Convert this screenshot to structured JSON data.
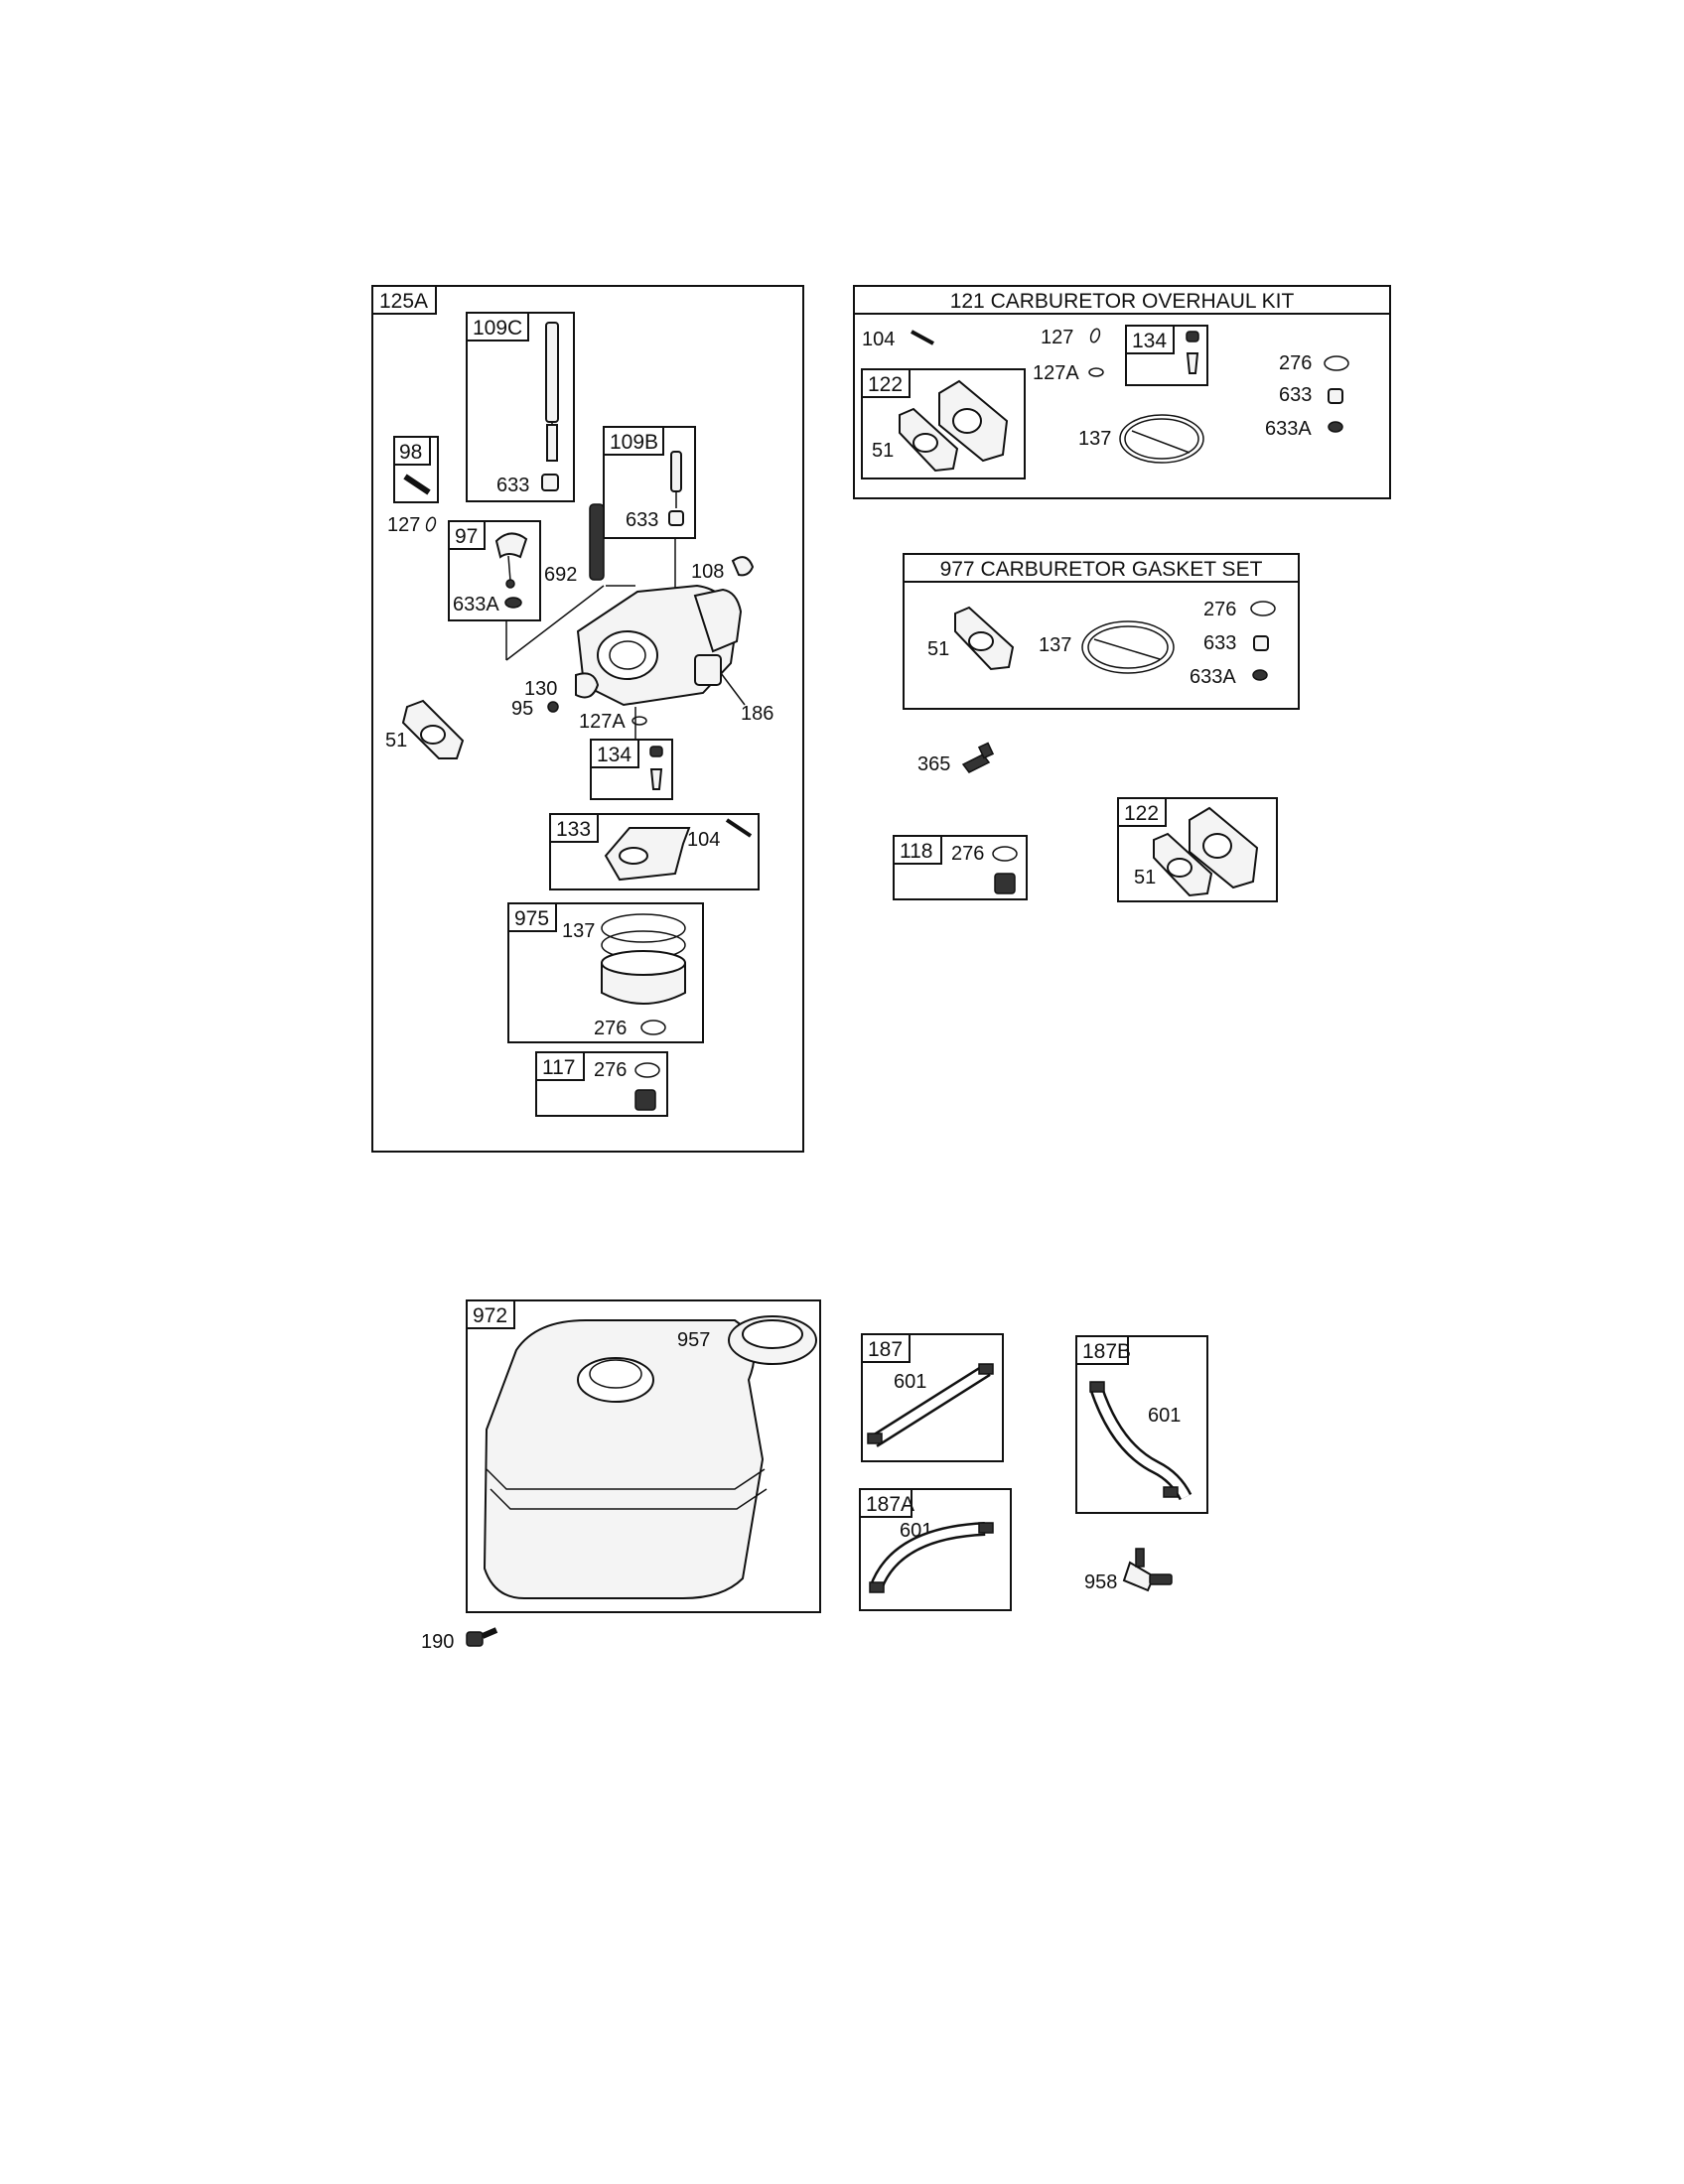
{
  "kit_125a": {
    "id": "125A",
    "bowl_kit": {
      "id": "975",
      "part_ring": "137",
      "part_washer": "276"
    },
    "nut_kit": {
      "id": "117",
      "part_washer": "276"
    },
    "float_kit": {
      "id": "133",
      "part_pin": "104"
    },
    "needle_kit": {
      "id": "134"
    },
    "choke_kit": {
      "id": "97",
      "part_seal": "633A"
    },
    "link_kit": {
      "id": "98",
      "part_clip": "127"
    },
    "primer_kit_c": {
      "id": "109C",
      "part_seal": "633"
    },
    "primer_kit_b": {
      "id": "109B",
      "part_seal": "633"
    },
    "loose_parts": {
      "spring": "692",
      "clip": "108",
      "lever": "130",
      "screw": "95",
      "seat": "127A",
      "carb_body": "186",
      "gasket": "51"
    }
  },
  "overhaul_kit": {
    "title": "121 CARBURETOR OVERHAUL KIT",
    "pin": "104",
    "clip": "127",
    "seat": "127A",
    "needle_kit": {
      "id": "134"
    },
    "spacer_kit": {
      "id": "122",
      "part_gasket": "51"
    },
    "ring": "137",
    "washer": "276",
    "seal": "633",
    "seal_a": "633A"
  },
  "gasket_set": {
    "title": "977 CARBURETOR GASKET SET",
    "gasket": "51",
    "ring": "137",
    "washer": "276",
    "seal": "633",
    "seal_a": "633A"
  },
  "screw_365": "365",
  "nut_kit_118": {
    "id": "118",
    "part_washer": "276"
  },
  "spacer_kit_122": {
    "id": "122",
    "part_gasket": "51"
  },
  "tank_kit": {
    "id": "972",
    "cap": "957"
  },
  "bolt_190": "190",
  "fuel_line_187": {
    "id": "187",
    "part_clamp": "601"
  },
  "fuel_line_187a": {
    "id": "187A",
    "part_clamp": "601"
  },
  "fuel_line_187b": {
    "id": "187B",
    "part_clamp": "601"
  },
  "valve_958": "958"
}
